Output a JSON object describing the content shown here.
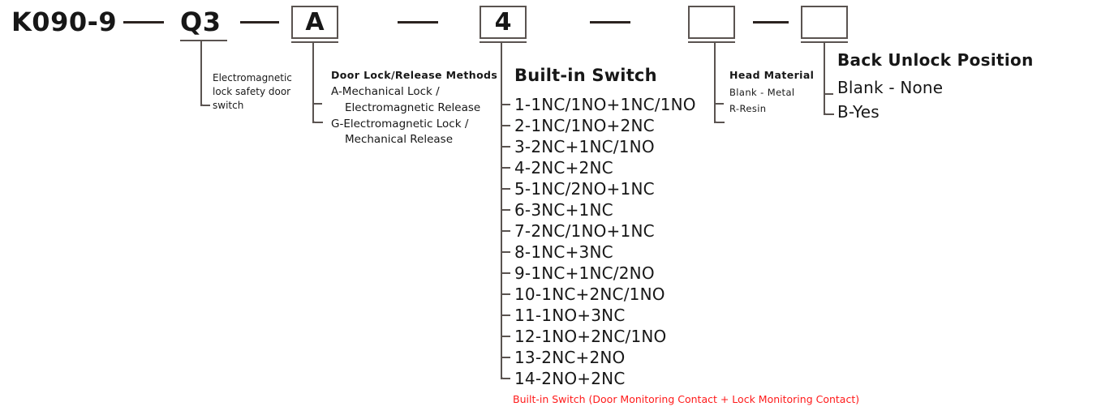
{
  "product_code": {
    "base": "K090-9",
    "series": "Q3",
    "lock_method": "A",
    "builtin_switch": "4",
    "head_material": "",
    "back_unlock": "",
    "separator": "—"
  },
  "sections": {
    "series": {
      "note_lines": [
        "Electromagnetic",
        "lock safety door",
        "switch"
      ]
    },
    "door_lock": {
      "title": "Door Lock/Release Methods",
      "options": [
        {
          "code": "A",
          "line1": "A-Mechanical Lock /",
          "line2": "Electromagnetic Release"
        },
        {
          "code": "G",
          "line1": "G-Electromagnetic Lock /",
          "line2": "Mechanical Release"
        }
      ]
    },
    "builtin_switch": {
      "title": "Built-in Switch",
      "options": [
        "1-1NC/1NO+1NC/1NO",
        "2-1NC/1NO+2NC",
        "3-2NC+1NC/1NO",
        "4-2NC+2NC",
        "5-1NC/2NO+1NC",
        "6-3NC+1NC",
        "7-2NC/1NO+1NC",
        "8-1NC+3NC",
        "9-1NC+1NC/2NO",
        "10-1NC+2NC/1NO",
        "11-1NO+3NC",
        "12-1NO+2NC/1NO",
        "13-2NC+2NO",
        "14-2NO+2NC"
      ],
      "footnote": "Built-in Switch (Door Monitoring Contact + Lock Monitoring Contact)",
      "footnote_color": "#ff1a1a"
    },
    "head_material": {
      "title": "Head Material",
      "options": [
        "Blank - Metal",
        "R-Resin"
      ]
    },
    "back_unlock": {
      "title": "Back Unlock Position",
      "options": [
        "Blank - None",
        "B-Yes"
      ]
    }
  }
}
